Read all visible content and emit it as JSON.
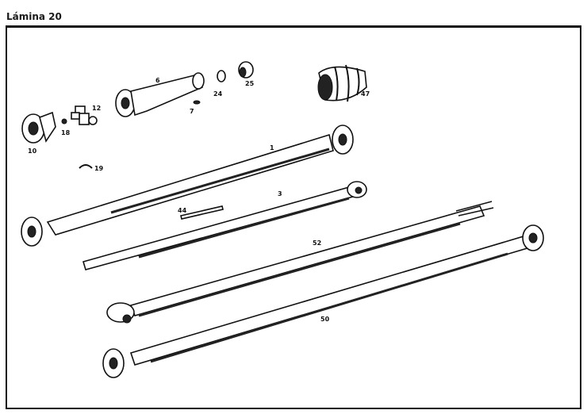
{
  "title": "Lámina 20",
  "parts": {
    "p1": "1",
    "p3": "3",
    "p6": "6",
    "p7": "7",
    "p10": "10",
    "p12": "12",
    "p18": "18",
    "p19": "19",
    "p24": "24",
    "p25": "25",
    "p44": "44",
    "p47": "47",
    "p50": "50",
    "p52": "52"
  }
}
